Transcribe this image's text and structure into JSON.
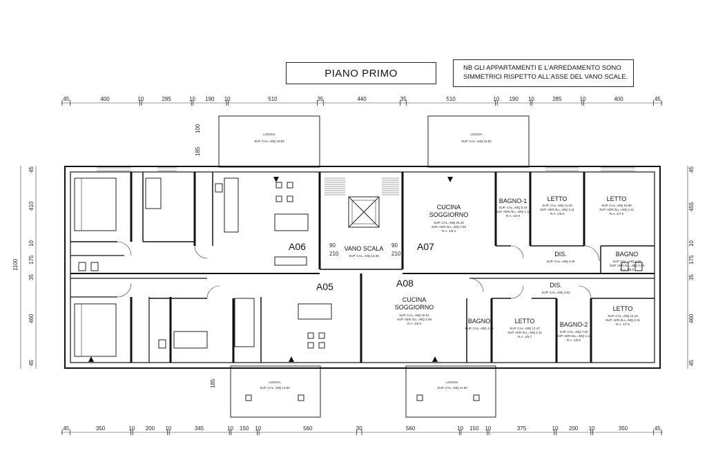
{
  "title": "PIANO PRIMO",
  "note": [
    "NB GLI APPARTAMENTI E L'ARREDAMENTO SONO",
    "SIMMETRICI RISPETTO ALL'ASSE DEL VANO SCALE."
  ],
  "dims_top": [
    "45",
    "400",
    "10",
    "285",
    "10",
    "190",
    "10",
    "510",
    "35",
    "440",
    "35",
    "510",
    "10",
    "190",
    "10",
    "285",
    "10",
    "400",
    "45"
  ],
  "dims_bottom": [
    "45",
    "350",
    "10",
    "200",
    "10",
    "345",
    "10",
    "150",
    "10",
    "560",
    "30",
    "560",
    "10",
    "150",
    "10",
    "375",
    "10",
    "200",
    "10",
    "350",
    "45"
  ],
  "dims_left": [
    "45",
    "410",
    "10",
    "175",
    "35",
    "460",
    "45"
  ],
  "dims_left_total": "1100",
  "dims_right": [
    "45",
    "455",
    "10",
    "175",
    "35",
    "460",
    "45"
  ],
  "apartments": {
    "a05": "A05",
    "a06": "A06",
    "a07": "A07",
    "a08": "A08"
  },
  "rooms": {
    "vano_scala": "VANO SCALA",
    "vano_scala_sup": "SUP. CAL.=MQ 13.36",
    "cucina_a07": [
      "CUCINA",
      "SOGGIORNO"
    ],
    "cucina_a07_info": [
      "SUP. CAL.=MQ 28.18",
      "SUP. AER./ILL.=MQ 4.50",
      "R.A. 1/6.3"
    ],
    "bagno1": "BAGNO-1",
    "bagno1_info": [
      "SUP. CAL.=MQ 5.19",
      "SUP. AER./ILL.=MQ 1.12",
      "R.A. 1/4.6"
    ],
    "letto_a07a": "LETTO",
    "letto_a07a_info": [
      "SUP. CAL.=MQ 11.63",
      "SUP. AER./ILL.=MQ 2.11",
      "R.A. 1/5.5"
    ],
    "letto_a07b": "LETTO",
    "letto_a07b_info": [
      "SUP. CAL.=MQ 15.80",
      "SUP. AER./ILL.=MQ 2.11",
      "R.A. 1/7.5"
    ],
    "dis_a07": "DIS.",
    "dis_a07_info": "SUP. CAL.=MQ 4.46",
    "bagno_a07": "BAGNO",
    "bagno_a07_info": [
      "SUP. CAL.=MQ 4.69",
      "SUP. AER./ILL.=MQ 0.53",
      "R.A. 1/8.8"
    ],
    "dis_a08": "DIS.",
    "dis_a08_info": "SUP. CAL.=MQ 3.93",
    "cucina_a08": [
      "CUCINA",
      "SOGGIORNO"
    ],
    "cucina_a08_info": [
      "SUP. CAL.=MQ 20.01",
      "SUP. AER./ILL.=MQ 3.38",
      "R.A. 1/6.3"
    ],
    "bagno_a08": "BAGNO",
    "bagno_a08_info": "SUP. CAL.=MQ 4.06",
    "letto_a08a": "LETTO",
    "letto_a08a_info": [
      "SUP. CAL.=MQ 12.47",
      "SUP. AER./ILL.=MQ 2.11",
      "R.A. 1/5.7"
    ],
    "bagno2": "BAGNO-2",
    "bagno2_info": [
      "SUP. CAL.=MQ 7.00",
      "SUP. AER./ILL.=MQ 1.12",
      "R.A. 1/6.0"
    ],
    "letto_a08b": "LETTO",
    "letto_a08b_info": [
      "SUP. CAL.=MQ 16.10",
      "SUP. AER./ILL.=MQ 2.11",
      "R.A. 1/7.6"
    ],
    "loggia_tl": "LOGGIA",
    "loggia_tl_info": "SUP. CAL.=MQ 18.82",
    "loggia_tr": "LOGGIA",
    "loggia_tr_info": "SUP. CAL.=MQ 18.82",
    "loggia_bl": "LOGGIA",
    "loggia_bl_info": "SUP. CAL.=MQ 14.93",
    "loggia_br": "LOGGIA",
    "loggia_br_info": "SUP. CAL.=MQ 14.93"
  },
  "side_dims": {
    "d100": "100",
    "d185t": "185",
    "d185b": "185",
    "d90a": "90",
    "d210a": "210",
    "d90b": "90",
    "d210b": "210"
  }
}
